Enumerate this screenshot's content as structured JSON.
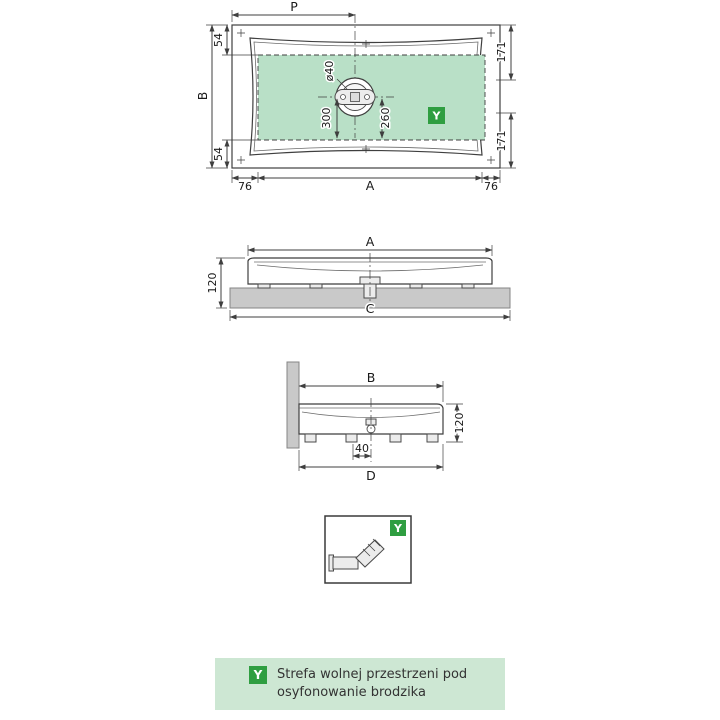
{
  "colors": {
    "accent_green": "#2f9e41",
    "zone_fill": "#b9e0c7",
    "legend_background": "#cde7d3",
    "base_gray": "#c9c9c9",
    "line": "#3f3f3f"
  },
  "top_view": {
    "dim_top_width": "P",
    "dim_left_height": "B",
    "dim_top_left_offset": "54",
    "dim_bottom_left_offset": "54",
    "dim_top_right_offset": "171",
    "dim_bottom_right_offset": "171",
    "dim_bottom_left_margin": "76",
    "dim_bottom_width": "A",
    "dim_bottom_right_margin": "76",
    "dim_drain_diameter": "ø40",
    "dim_drain_offset_left": "300",
    "dim_drain_offset_right": "260",
    "zone_marker": "Y"
  },
  "front_view": {
    "dim_top_width": "A",
    "dim_left_height": "120",
    "dim_bottom_width": "C"
  },
  "side_view": {
    "dim_top_width": "B",
    "dim_right_height": "120",
    "dim_drain_offset": "40",
    "dim_bottom_width": "D"
  },
  "detail_box": {
    "marker": "Y"
  },
  "legend": {
    "marker": "Y",
    "line1": "Strefa wolnej przestrzeni pod",
    "line2": "osyfonowanie brodzika"
  }
}
